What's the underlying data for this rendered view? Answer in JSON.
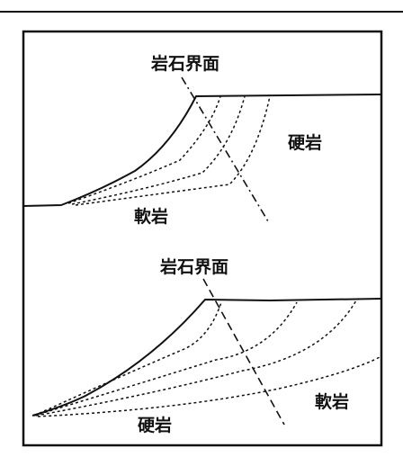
{
  "colors": {
    "ink": "#111111",
    "background": "#ffffff"
  },
  "upper_panel": {
    "interface_label": "岩石界面",
    "hard_rock_label": "硬岩",
    "soft_rock_label": "軟岩"
  },
  "lower_panel": {
    "interface_label": "岩石界面",
    "soft_rock_label": "軟岩",
    "hard_rock_label": "硬岩"
  }
}
